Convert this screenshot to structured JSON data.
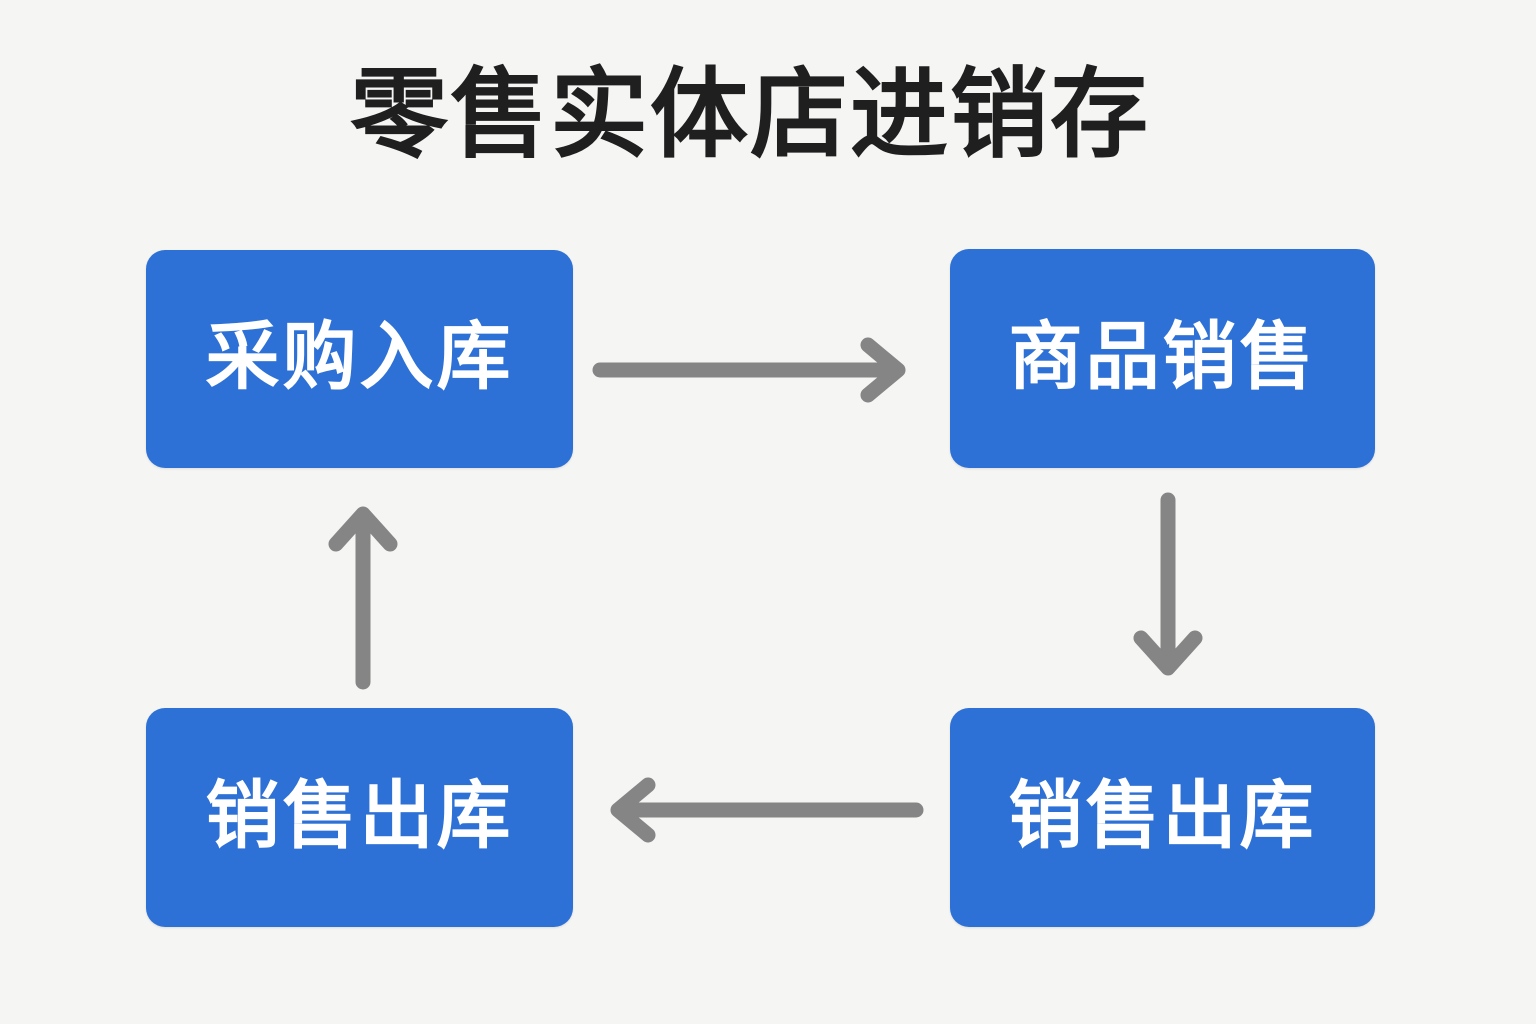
{
  "page": {
    "background_color": "#f5f5f4",
    "title": "零售实体店进销存"
  },
  "colors": {
    "node_fill": "#2d71d6",
    "node_text": "#ffffff",
    "arrow": "#858585",
    "title_text": "#1f1f1f",
    "background": "#f5f5f4"
  },
  "nodes": [
    {
      "id": "purchase-in",
      "label": "采购入库",
      "position": "top-left"
    },
    {
      "id": "product-sale",
      "label": "商品销售",
      "position": "top-right"
    },
    {
      "id": "sales-out-left",
      "label": "销售出库",
      "position": "bottom-left"
    },
    {
      "id": "sales-out-right",
      "label": "销售出库",
      "position": "bottom-right"
    }
  ],
  "arrows": [
    {
      "id": "top-right",
      "from": "purchase-in",
      "to": "product-sale",
      "direction": "right",
      "icon": "arrow-right-icon"
    },
    {
      "id": "right-down",
      "from": "product-sale",
      "to": "sales-out-right",
      "direction": "down",
      "icon": "arrow-down-icon"
    },
    {
      "id": "bottom-left",
      "from": "sales-out-right",
      "to": "sales-out-left",
      "direction": "left",
      "icon": "arrow-left-icon"
    },
    {
      "id": "left-up",
      "from": "sales-out-left",
      "to": "purchase-in",
      "direction": "up",
      "icon": "arrow-up-icon"
    }
  ]
}
